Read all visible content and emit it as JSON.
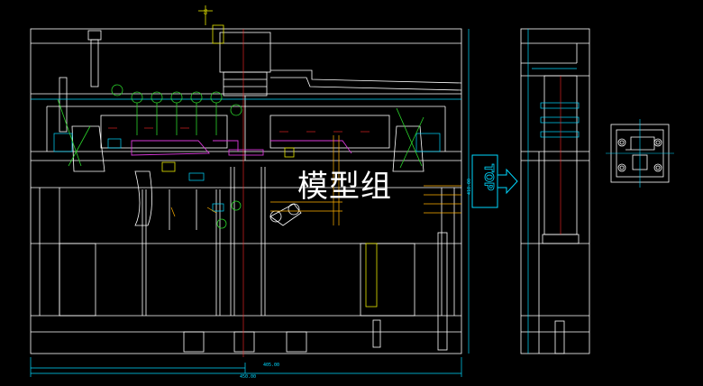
{
  "watermark": "模型组",
  "top_marker": "TOP",
  "dimensions": {
    "overall_width": "450.00",
    "half_width": "405.00",
    "overall_height": "418.00",
    "top_offset": "65"
  },
  "colors": {
    "background": "#000000",
    "outline": "#ffffff",
    "cyan": "#00d8ff",
    "green": "#2bd42b",
    "yellow": "#e6e600",
    "magenta": "#d838d8",
    "red": "#ff2b2b",
    "orange": "#ffb000"
  }
}
